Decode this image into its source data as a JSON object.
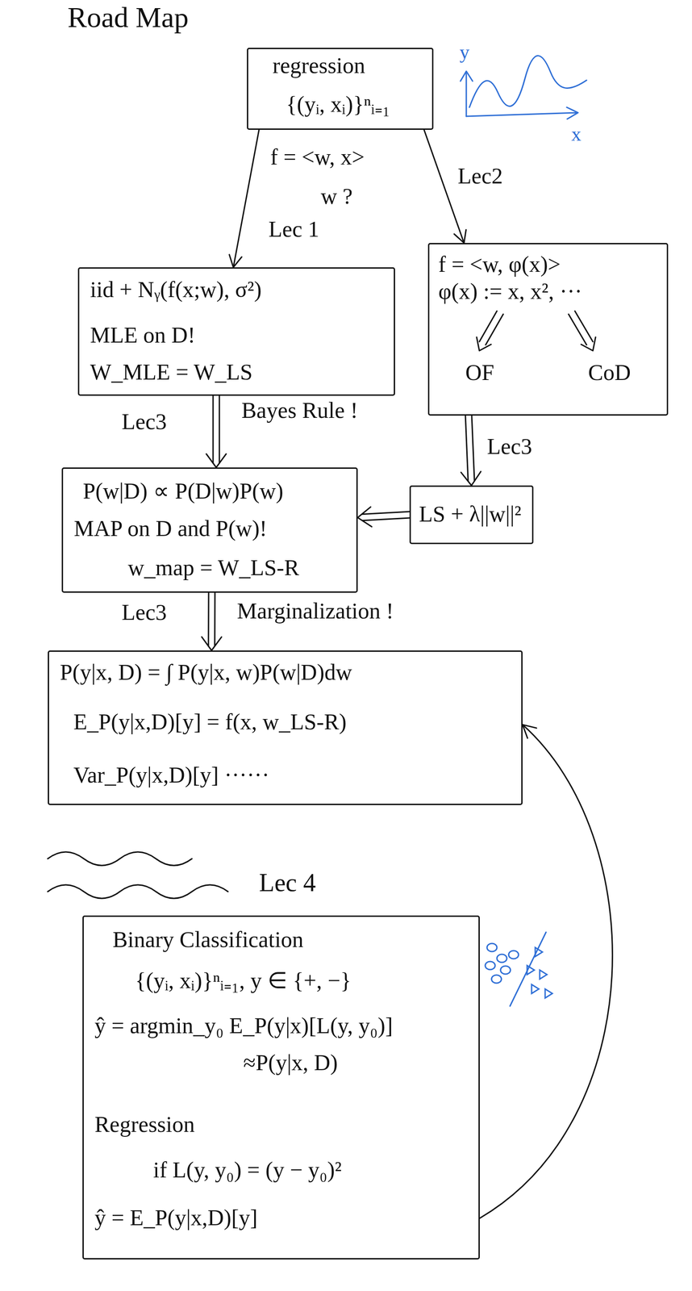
{
  "diagram": {
    "title": "Road Map",
    "nodes": [
      {
        "text": [
          "regression",
          "{(yᵢ, xᵢ)}ⁿᵢ₌₁"
        ]
      },
      {
        "text": [
          "iid + Nᵧ(f(x;w), σ²)",
          "MLE on D!",
          "W_MLE = W_LS"
        ]
      },
      {
        "text": [
          "f = <w, φ(x)>",
          "φ(x) := x, x², ···",
          "OF",
          "CoD"
        ]
      },
      {
        "text": [
          "P(w|D) ∝ P(D|w)P(w)",
          "MAP on D and P(w)!",
          "w_map = W_LS-R"
        ]
      },
      {
        "text": [
          "LS + λ||w||²"
        ]
      },
      {
        "text": [
          "P(y|x, D) = ∫ P(y|x, w)P(w|D)dw",
          "E_P(y|x,D)[y] = f(x, w_LS-R)",
          "Var_P(y|x,D)[y] ······"
        ]
      },
      {
        "text": [
          "Binary Classification",
          "{(yᵢ, xᵢ)}ⁿᵢ₌₁, y ∈ {+, −}",
          "ŷ = argmin_y₀ E_P(y|x)[L(y, y₀)]",
          "≈P(y|x, D)",
          "Regression",
          "if L(y, y₀) = (y − y₀)²",
          "ŷ = E_P(y|x,D)[y]"
        ]
      }
    ],
    "edges": [
      {
        "from": 0,
        "to": 1,
        "arrow": "to",
        "label": "Lec 1"
      },
      {
        "from": 0,
        "to": 2,
        "arrow": "to",
        "label": "Lec2"
      },
      {
        "from": 1,
        "to": 3,
        "arrow": "to",
        "label": "Bayes Rule !"
      },
      {
        "from": 2,
        "to": 4,
        "arrow": "to",
        "label": "Lec3"
      },
      {
        "from": 4,
        "to": 3,
        "arrow": "to"
      },
      {
        "from": 3,
        "to": 5,
        "arrow": "to",
        "label": "Marginalization !"
      },
      {
        "from": 6,
        "to": 5,
        "arrow": "to"
      }
    ],
    "labels": [
      "y",
      "x",
      "f = <w, x>",
      "w ?",
      "Lec3",
      "Lec3",
      "Lec 4"
    ]
  }
}
